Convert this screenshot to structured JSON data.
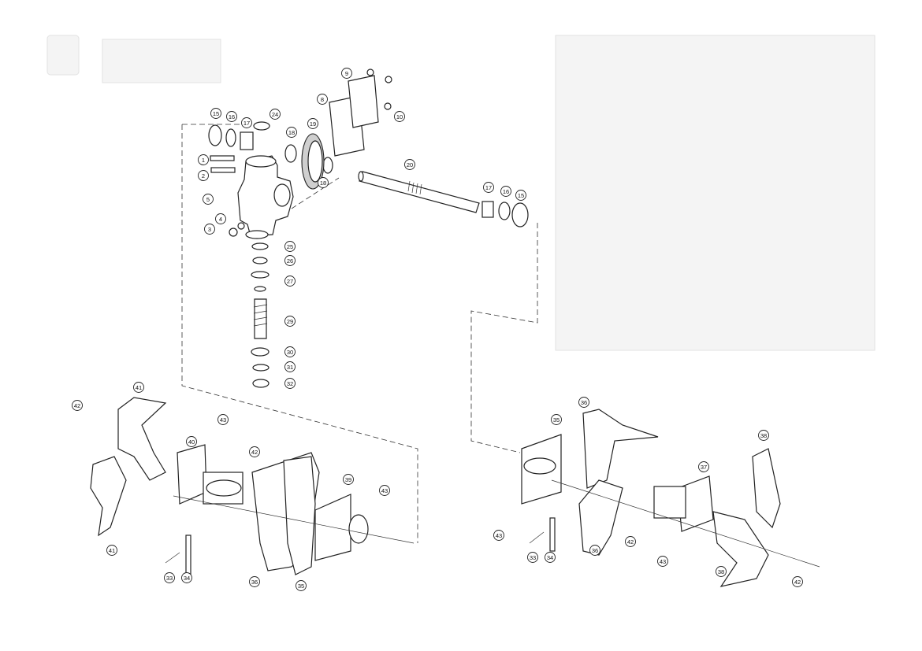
{
  "diagram": {
    "callouts": [
      {
        "id": "c1",
        "label": "1"
      },
      {
        "id": "c2",
        "label": "2"
      },
      {
        "id": "c3",
        "label": "3"
      },
      {
        "id": "c4",
        "label": "4"
      },
      {
        "id": "c5",
        "label": "5"
      },
      {
        "id": "c8",
        "label": "8"
      },
      {
        "id": "c9",
        "label": "9"
      },
      {
        "id": "c10",
        "label": "10"
      },
      {
        "id": "c15a",
        "label": "15"
      },
      {
        "id": "c16a",
        "label": "16"
      },
      {
        "id": "c17a",
        "label": "17"
      },
      {
        "id": "c24",
        "label": "24"
      },
      {
        "id": "c18a",
        "label": "18"
      },
      {
        "id": "c19",
        "label": "19"
      },
      {
        "id": "c18b",
        "label": "18"
      },
      {
        "id": "c20",
        "label": "20"
      },
      {
        "id": "c17b",
        "label": "17"
      },
      {
        "id": "c16b",
        "label": "16"
      },
      {
        "id": "c15b",
        "label": "15"
      },
      {
        "id": "c25",
        "label": "25"
      },
      {
        "id": "c26",
        "label": "26"
      },
      {
        "id": "c27",
        "label": "27"
      },
      {
        "id": "c29",
        "label": "29"
      },
      {
        "id": "c30",
        "label": "30"
      },
      {
        "id": "c31",
        "label": "31"
      },
      {
        "id": "c32",
        "label": "32"
      },
      {
        "id": "c41a",
        "label": "41"
      },
      {
        "id": "c42a",
        "label": "42"
      },
      {
        "id": "c40",
        "label": "40"
      },
      {
        "id": "c43a",
        "label": "43"
      },
      {
        "id": "c42b",
        "label": "42"
      },
      {
        "id": "c39",
        "label": "39"
      },
      {
        "id": "c43b",
        "label": "43"
      },
      {
        "id": "c41b",
        "label": "41"
      },
      {
        "id": "c33a",
        "label": "33"
      },
      {
        "id": "c34a",
        "label": "34"
      },
      {
        "id": "c36a",
        "label": "36"
      },
      {
        "id": "c35a",
        "label": "35"
      },
      {
        "id": "c35b",
        "label": "35"
      },
      {
        "id": "c36b",
        "label": "36"
      },
      {
        "id": "c38a",
        "label": "38"
      },
      {
        "id": "c37",
        "label": "37"
      },
      {
        "id": "c43c",
        "label": "43"
      },
      {
        "id": "c33b",
        "label": "33"
      },
      {
        "id": "c34b",
        "label": "34"
      },
      {
        "id": "c36c",
        "label": "36"
      },
      {
        "id": "c42c",
        "label": "42"
      },
      {
        "id": "c43d",
        "label": "43"
      },
      {
        "id": "c38b",
        "label": "38"
      },
      {
        "id": "c42d",
        "label": "42"
      }
    ]
  }
}
